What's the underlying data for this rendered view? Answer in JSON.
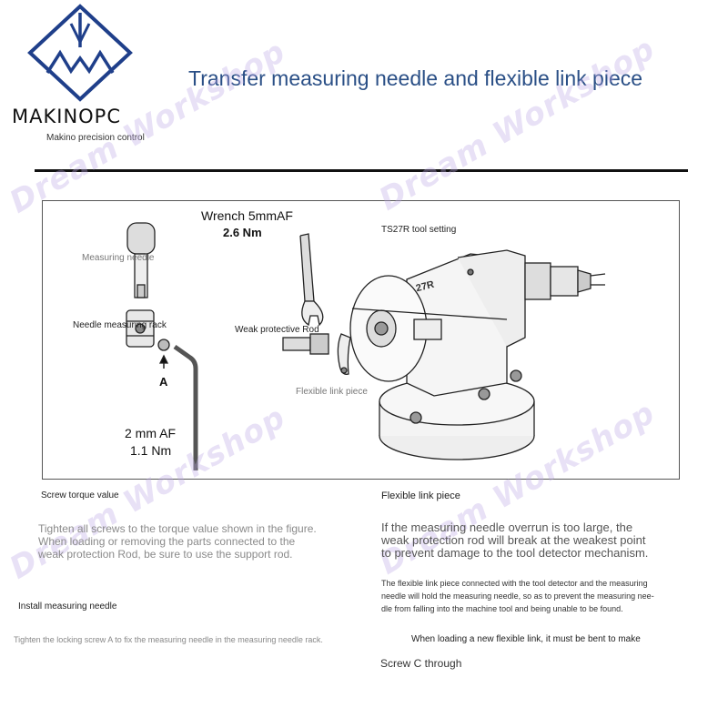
{
  "header": {
    "logo_icon": "makino-diamond-logo",
    "brand_name": "MAKINOPC",
    "brand_subtitle": "Makino precision control",
    "title": "Transfer measuring needle and flexible link piece",
    "logo_color": "#1f3f8a",
    "title_color": "#2a4f86"
  },
  "figure": {
    "wrench_label": "Wrench 5mmAF",
    "wrench_torque": "2.6 Nm",
    "tool_label": "TS27R tool setting",
    "measuring_needle": "Measuring needle",
    "needle_rack": "Needle measuring rack",
    "weak_rod": "Weak protective Rod",
    "flexible_link": "Flexible link piece",
    "screw_a": "A",
    "hex_key_size": "2 mm AF",
    "hex_key_torque": "1.1 Nm",
    "body_marking": "27R"
  },
  "watermark": "Dream Workshop",
  "left_column": {
    "heading": "Screw torque value",
    "body": [
      "Tighten all screws to the torque value shown in the figure.",
      "When loading or removing the parts connected to the",
      "weak protection Rod, be sure to use the support rod."
    ],
    "install_heading": "Install measuring needle",
    "install_body": "Tighten the locking screw A to fix the measuring needle in the measuring needle rack."
  },
  "right_column": {
    "heading": "Flexible link piece",
    "body": [
      "If the measuring needle overrun is too large, the",
      "weak protection rod will break at the weakest point",
      "to prevent damage to the tool detector mechanism."
    ],
    "detail": [
      "The flexible link piece connected with the tool detector and the measuring",
      "needle will hold the measuring needle, so as to prevent the measuring nee-",
      "dle from falling into the machine tool and being unable to be found."
    ],
    "note": "When loading a new flexible link, it must be bent to make",
    "screw_c": "Screw C through"
  }
}
